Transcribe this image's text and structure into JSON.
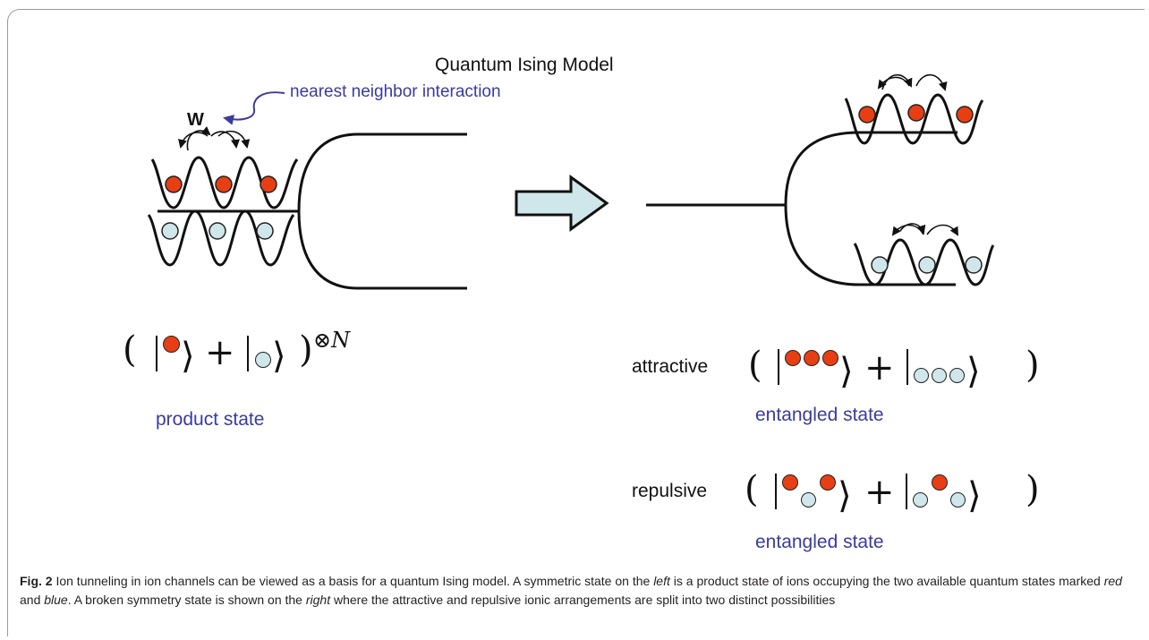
{
  "figure": {
    "title": "Quantum Ising Model",
    "interaction_label": "nearest neighbor interaction",
    "w_label": "W",
    "product_state_label": "product state",
    "attractive_label": "attractive",
    "repulsive_label": "repulsive",
    "entangled_label_1": "entangled state",
    "entangled_label_2": "entangled state",
    "tensor_power": "⊗N",
    "colors": {
      "red_ion": "#e83e14",
      "blue_ion": "#cfe6ea",
      "arrow_fill": "#cfe6ea",
      "label_blue": "#3b3b9e"
    }
  },
  "caption": {
    "fig_label": "Fig. 2",
    "text_1": " Ion tunneling in ion channels can be viewed as a basis for a quantum Ising model. A symmetric state on the ",
    "left_word": "left",
    "text_2": " is a product state of ions occupying the two available quantum states marked ",
    "red_word": "red",
    "text_3": " and ",
    "blue_word": "blue",
    "text_4": ". A broken symmetry state is shown on the ",
    "right_word": "right",
    "text_5": " where the attractive and repulsive ionic arrangements are split into two distinct possibilities"
  }
}
